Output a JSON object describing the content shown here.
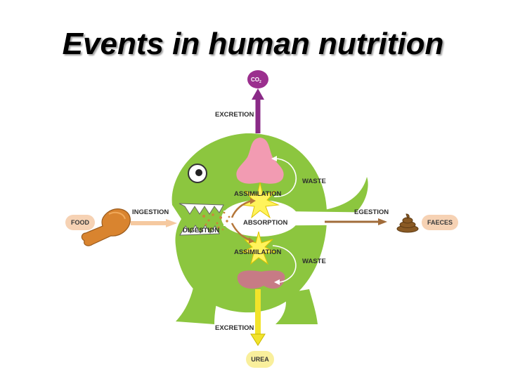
{
  "title": "Events in human nutrition",
  "labels": {
    "co2": "CO",
    "co2_sub": "2",
    "excretion_top": "EXCRETION",
    "waste_top": "WASTE",
    "assimilation_top": "ASSIMILATION",
    "food": "FOOD",
    "ingestion": "INGESTION",
    "digestion": "DIGESTION",
    "absorption": "ABSORPTION",
    "egestion": "EGESTION",
    "faeces": "FAECES",
    "assimilation_bottom": "ASSIMILATION",
    "waste_bottom": "WASTE",
    "excretion_bottom": "EXCRETION",
    "urea": "UREA"
  },
  "colors": {
    "body": "#8cc63f",
    "co2_pill": "#9b2f8e",
    "co2_arrow": "#8a2a87",
    "urea_arrow": "#f2e32a",
    "food_pill": "#f6d2b4",
    "faeces_pill": "#f6d2b4",
    "urea_pill": "#f9ef9c",
    "lung": "#f29bb2",
    "kidney": "#c77b85",
    "egestion_arrow": "#a16c3a",
    "starburst": "#fff35c"
  }
}
